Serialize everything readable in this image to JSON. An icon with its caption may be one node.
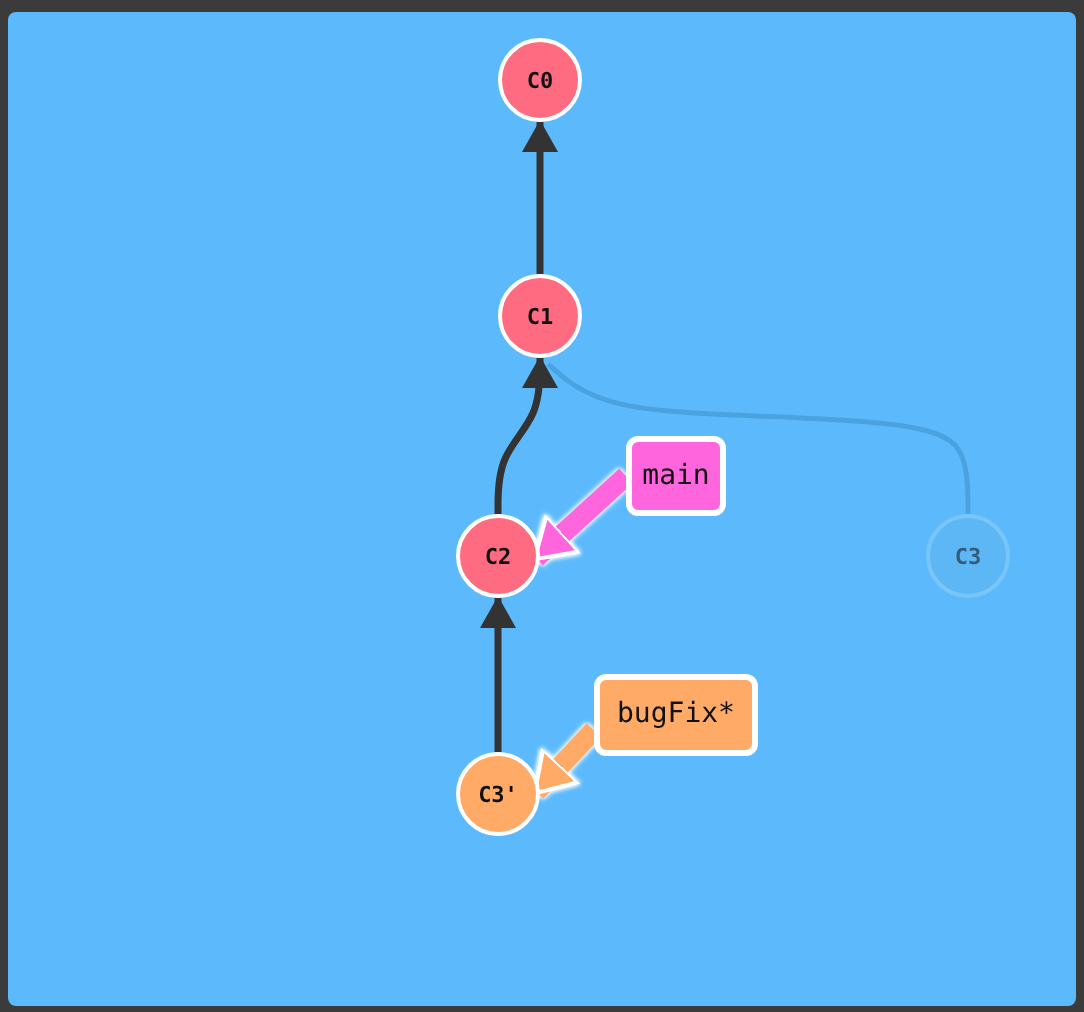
{
  "diagram": {
    "nodes": [
      {
        "text": [
          "C0"
        ]
      },
      {
        "text": [
          "C1"
        ]
      },
      {
        "text": [
          "C2"
        ]
      },
      {
        "text": [
          "C3"
        ]
      },
      {
        "text": [
          "C3'"
        ]
      },
      {
        "text": [
          "main"
        ]
      },
      {
        "text": [
          "bugFix*"
        ]
      }
    ],
    "edges": [
      {
        "from": 1,
        "to": 0,
        "arrow": "to"
      },
      {
        "from": 2,
        "to": 1,
        "arrow": "to"
      },
      {
        "from": 3,
        "to": 1,
        "arrow": "none",
        "color": "#4aa3e0"
      },
      {
        "from": 4,
        "to": 2,
        "arrow": "to"
      },
      {
        "from": 5,
        "to": 2,
        "arrow": "to",
        "style": "thick",
        "color": "#ff66dd"
      },
      {
        "from": 6,
        "to": 4,
        "arrow": "to",
        "style": "thick",
        "color": "#ffaa66"
      }
    ]
  }
}
